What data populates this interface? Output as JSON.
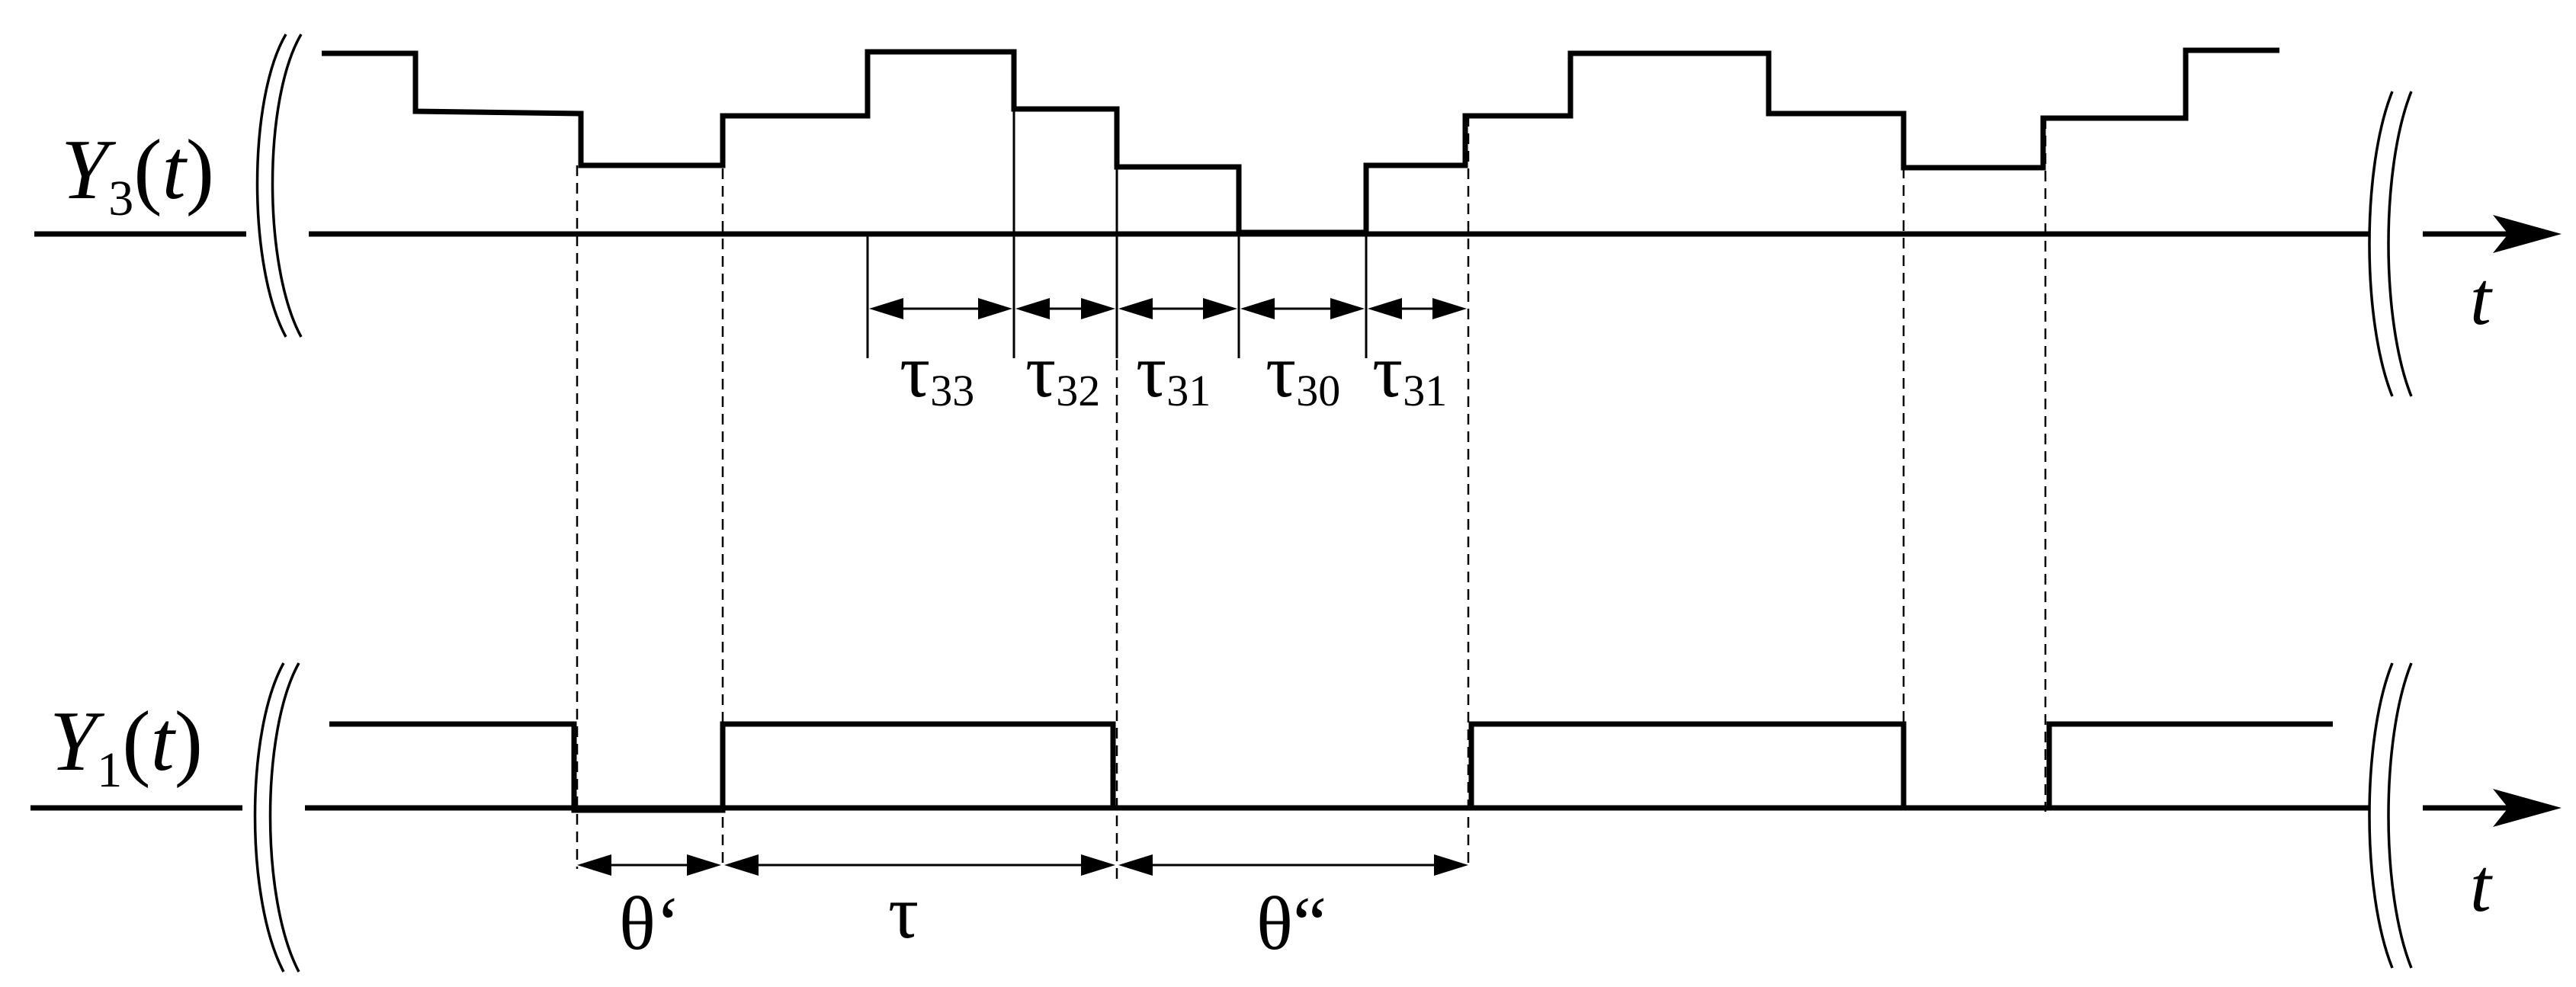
{
  "signals": {
    "y3": {
      "label_main": "Y",
      "label_sub": "3",
      "label_open": "(",
      "label_var": "t",
      "label_close": ")"
    },
    "y1": {
      "label_main": "Y",
      "label_sub": "1",
      "label_open": "(",
      "label_var": "t",
      "label_close": ")"
    }
  },
  "axes": {
    "time_label": "t"
  },
  "intervals_top": [
    {
      "main": "τ",
      "sub": "33"
    },
    {
      "main": "τ",
      "sub": "32"
    },
    {
      "main": "τ",
      "sub": "31"
    },
    {
      "main": "τ",
      "sub": "30"
    },
    {
      "main": "τ",
      "sub": "31"
    }
  ],
  "intervals_bottom": [
    {
      "text": "θ‘"
    },
    {
      "text": "τ"
    },
    {
      "text": "θ“"
    }
  ]
}
